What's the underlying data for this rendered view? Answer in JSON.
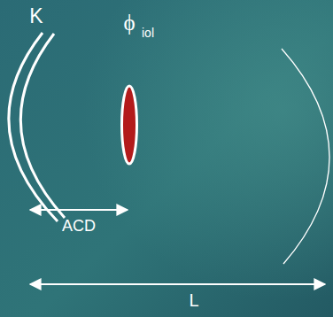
{
  "diagram": {
    "labels": [
      "K",
      "ϕ",
      "iol",
      "ACD",
      "L"
    ]
  }
}
